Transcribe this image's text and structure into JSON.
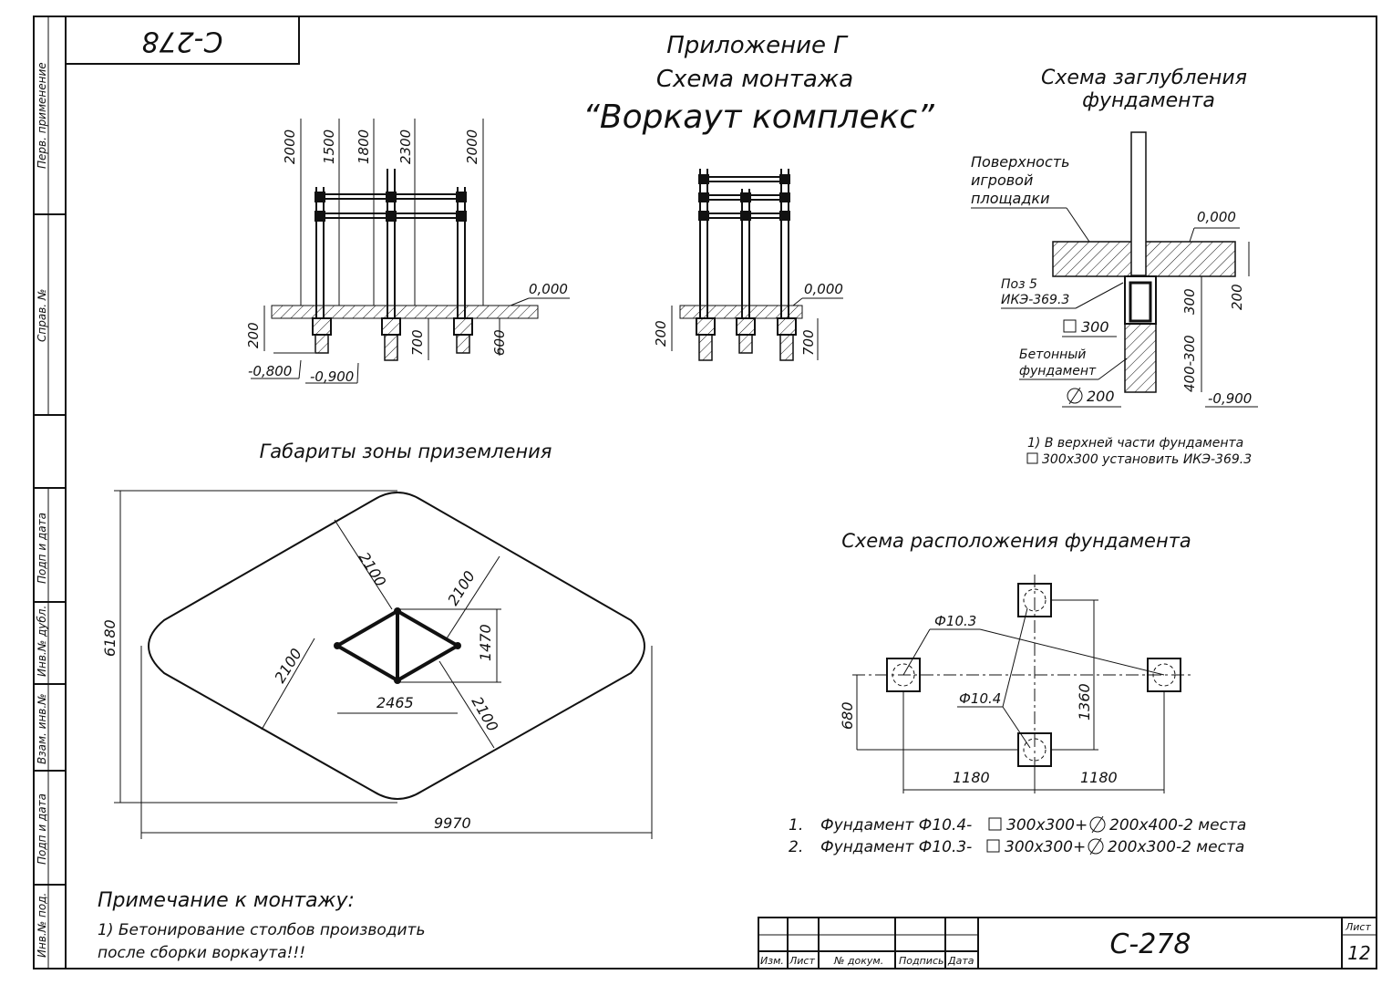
{
  "doc_code_rotated": "С-278",
  "doc_code": "С-278",
  "title": {
    "line1": "Приложение Г",
    "line2": "Схема монтажа",
    "line3": "“Воркаут комплекс”"
  },
  "side_stamp": [
    "Перв. применение",
    "Справ. №",
    "Подп и дата",
    "Инв.№ дубл.",
    "Взам. инв.№",
    "Подп и дата",
    "Инв.№ под."
  ],
  "elevation": {
    "heights": [
      "2000",
      "1500",
      "1800",
      "2300",
      "2000"
    ],
    "level": "0,000",
    "dims": [
      "200",
      "700",
      "600"
    ],
    "marks": [
      "-0,800",
      "-0,900"
    ],
    "side_level": "0,000",
    "side_dims": [
      "200",
      "700"
    ]
  },
  "depth_scheme": {
    "title1": "Схема заглубления",
    "title2": "фундамента",
    "surface1": "Поверхность",
    "surface2": "игровой",
    "surface3": "площадки",
    "level": "0,000",
    "pos1": "Поз 5",
    "pos2": "ИКЭ-369.3",
    "sq": "300",
    "concrete1": "Бетонный",
    "concrete2": "фундамент",
    "diam": "200",
    "dims": [
      "300",
      "200",
      "400-300"
    ],
    "mark": "-0,900",
    "note1": "1) В верхней части фундамента",
    "note2": "300х300 установить ИКЭ-369.3"
  },
  "landing": {
    "title": "Габариты зоны приземления",
    "d1": "2100",
    "d2": "2100",
    "d3": "2100",
    "d4": "2100",
    "w_inner": "2465",
    "h_inner": "1470",
    "height": "6180",
    "width": "9970"
  },
  "foundation": {
    "title": "Схема расположения фундамента",
    "f3": "Ф10.3",
    "f4": "Ф10.4",
    "dim680": "680",
    "dim1360": "1360",
    "dim1180a": "1180",
    "dim1180b": "1180",
    "items": [
      {
        "num": "1.",
        "text": "Фундамент  Ф10.4-",
        "spec": "300х300+",
        "spec2": "200х400-2 места"
      },
      {
        "num": "2.",
        "text": "Фундамент  Ф10.3-",
        "spec": "300х300+",
        "spec2": "200х300-2 места"
      }
    ]
  },
  "notes": {
    "title": "Примечание к монтажу:",
    "line1": "1) Бетонирование столбов производить",
    "line2": "после сборки воркаута!!!"
  },
  "stamp": {
    "izm": "Изм.",
    "list": "Лист",
    "dokum": "№ докум.",
    "podpis": "Подпись",
    "data": "Дата",
    "list_label": "Лист",
    "sheet": "12"
  }
}
